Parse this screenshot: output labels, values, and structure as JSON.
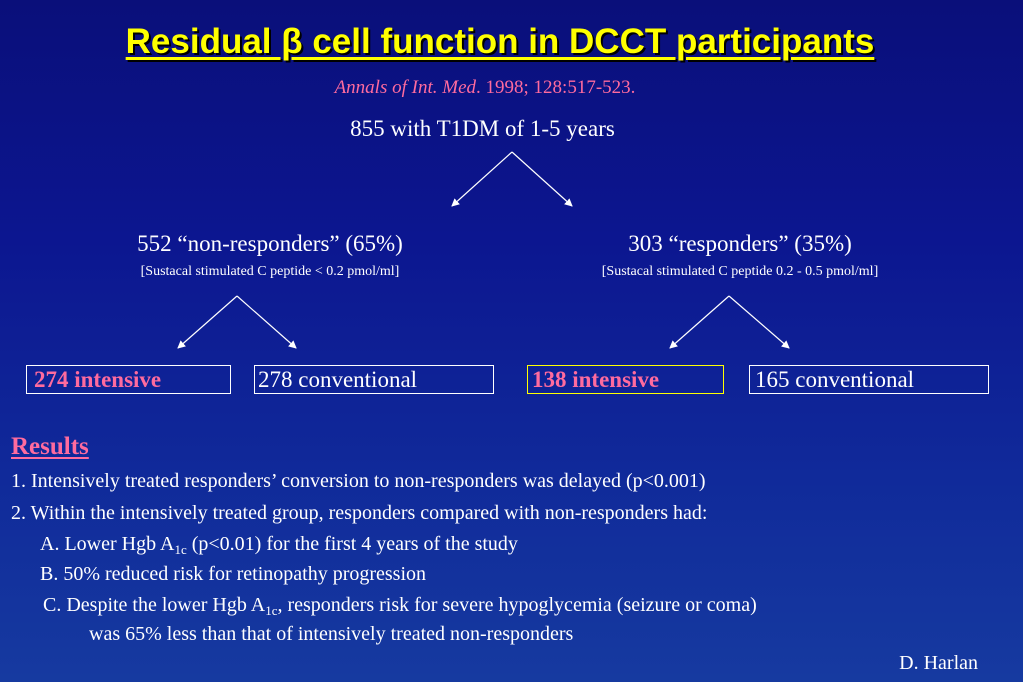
{
  "title": "Residual β cell function in DCCT participants",
  "citation": {
    "journal": "Annals of Int. Med",
    "rest": ". 1998; 128:517-523."
  },
  "root": "855 with T1DM of 1-5 years",
  "groups": {
    "nonresponders": {
      "label": "552 “non-responders” (65%)",
      "criterion": "[Sustacal stimulated C peptide < 0.2 pmol/ml]",
      "intensive": "274 intensive",
      "conventional": "278 conventional"
    },
    "responders": {
      "label": "303 “responders” (35%)",
      "criterion": "[Sustacal stimulated C peptide 0.2 - 0.5 pmol/ml]",
      "intensive": "138 intensive",
      "conventional": "165 conventional"
    }
  },
  "results": {
    "heading": "Results",
    "item1": "1.  Intensively treated responders’ conversion to non-responders was delayed (p<0.001)",
    "item2": "2.  Within the intensively treated group, responders compared with non-responders had:",
    "item2a": {
      "pre": "A.  Lower Hgb A",
      "sub": "1c",
      "post": " (p<0.01) for the first 4 years of the study"
    },
    "item2b": "B.  50% reduced risk for retinopathy progression",
    "item2c": {
      "pre": "C.    Despite the lower Hgb A",
      "sub": "1c",
      "post": ",  responders risk for severe hypoglycemia (seizure or coma)",
      "line2": "was 65% less than that of intensively treated non-responders"
    }
  },
  "author": "D. Harlan",
  "colors": {
    "background": "#0c1690",
    "title": "#ffff00",
    "accent": "#ff6b9e",
    "text": "#ffffff"
  }
}
